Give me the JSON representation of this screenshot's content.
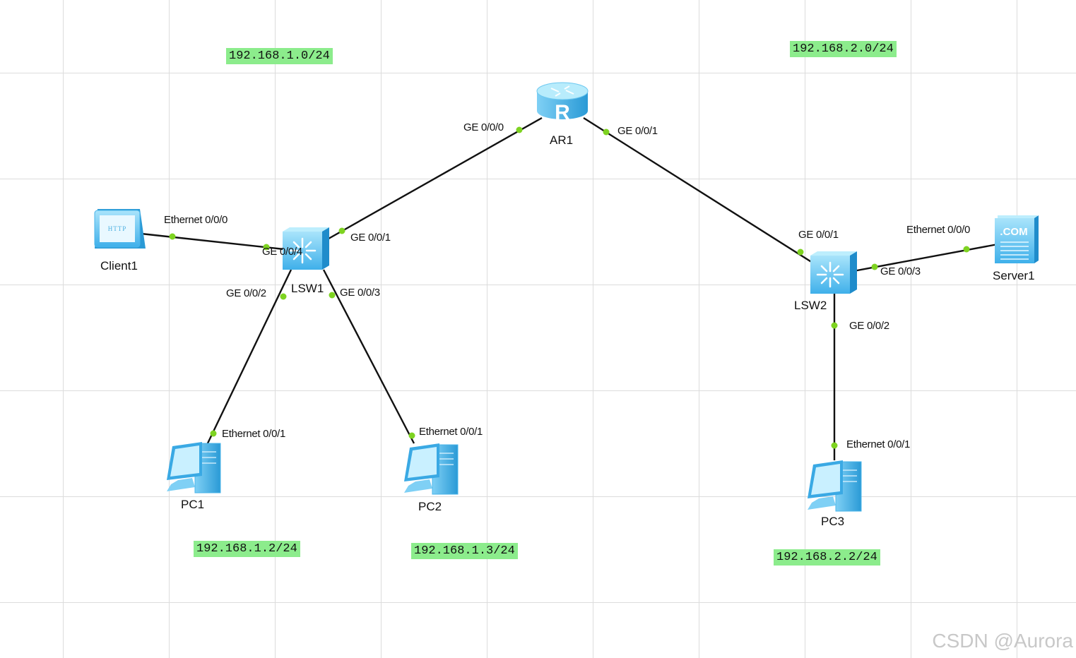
{
  "devices": {
    "ar1": "AR1",
    "lsw1": "LSW1",
    "lsw2": "LSW2",
    "client1": "Client1",
    "server1": "Server1",
    "pc1": "PC1",
    "pc2": "PC2",
    "pc3": "PC3"
  },
  "ports": {
    "ar1_ge000": "GE 0/0/0",
    "ar1_ge001": "GE 0/0/1",
    "lsw1_ge001": "GE 0/0/1",
    "lsw1_ge004": "GE 0/0/4",
    "lsw1_ge002": "GE 0/0/2",
    "lsw1_ge003": "GE 0/0/3",
    "client1_eth000": "Ethernet 0/0/0",
    "pc1_eth001": "Ethernet 0/0/1",
    "pc2_eth001": "Ethernet 0/0/1",
    "lsw2_ge001": "GE 0/0/1",
    "lsw2_ge003": "GE 0/0/3",
    "lsw2_ge002": "GE 0/0/2",
    "server1_eth000": "Ethernet 0/0/0",
    "pc3_eth001": "Ethernet 0/0/1"
  },
  "networks": {
    "net1": "192.168.1.0/24",
    "net2": "192.168.2.0/24",
    "pc1_ip": "192.168.1.2/24",
    "pc2_ip": "192.168.1.3/24",
    "pc3_ip": "192.168.2.2/24"
  },
  "watermark": "CSDN @Aurora",
  "icons": {
    "router": "router-icon",
    "switch": "switch-icon",
    "client": "http-client-icon",
    "server": "dns-server-icon",
    "pc": "pc-icon"
  },
  "colors": {
    "link": "#111111",
    "port_dot": "#7ed321",
    "label_bg": "#8cec8c",
    "device": "#5cc4f0"
  }
}
